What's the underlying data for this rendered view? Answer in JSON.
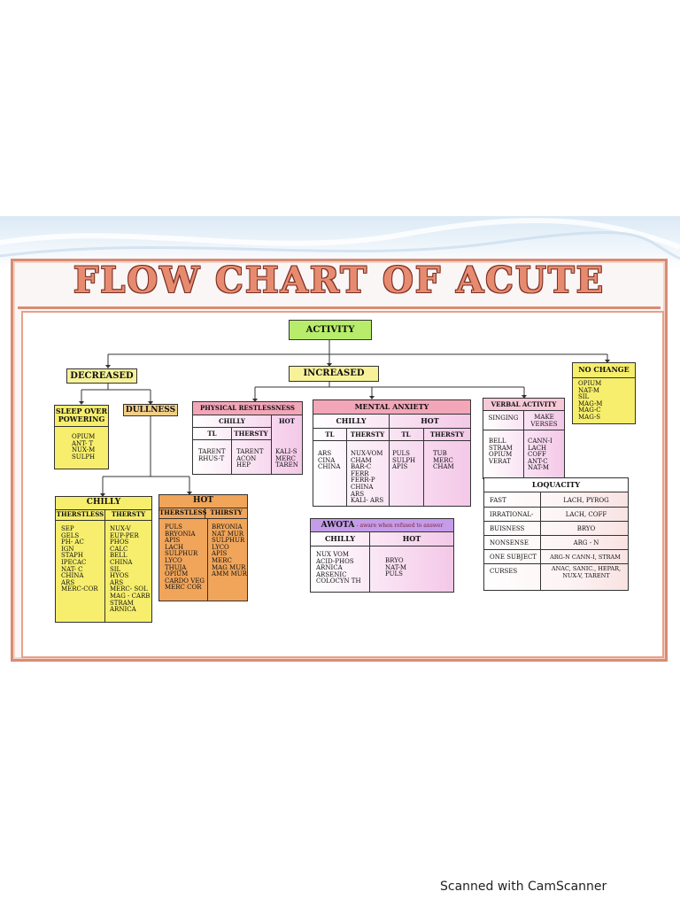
{
  "title": "FLOW CHART OF ACUTE",
  "activity": "ACTIVITY",
  "decreased": "DECREASED",
  "increased": "INCREASED",
  "no_change": {
    "label": "NO CHANGE",
    "items": [
      "OPIUM",
      "NAT-M",
      "SIL",
      "MAG-M",
      "MAG-C",
      "MAG-S"
    ]
  },
  "sleep_over": {
    "label1": "SLEEP OVER",
    "label2": "POWERING",
    "items": [
      "OPIUM",
      "ANT- T",
      "NUX-M",
      "SULPH"
    ]
  },
  "dullness": "DULLNESS",
  "chilly": {
    "label": "CHILLY",
    "col1": "THERSTLESS",
    "col2": "THERSTY",
    "col1_items": [
      "SEP",
      "GELS",
      "PH- AC",
      "IGN",
      "STAPH",
      "IPECAC",
      "NAT- C",
      "CHINA",
      "ARS",
      "MERC-COR"
    ],
    "col2_items": [
      "NUX-V",
      "EUP-PER",
      "PHOS",
      "CALC",
      "BELL",
      "CHINA",
      "SIL",
      "HYOS",
      "ARS",
      "MERC- SOL",
      "MAG - CARB",
      "STRAM",
      "ARNICA"
    ]
  },
  "hot": {
    "label": "HOT",
    "col1": "THERSTLESS",
    "col2": "THIRSTY",
    "col1_items": [
      "PULS",
      "BRYONIA",
      "APIS",
      "LACH",
      "SULPHUR",
      "LYCO",
      "THUJA",
      "OPIUM",
      "CARDO VEG",
      "MERC COR"
    ],
    "col2_items": [
      "BRYONIA",
      "NAT MUR",
      "SULPHUR",
      "LYCO",
      "APIS",
      "MERC",
      "MAG MUR",
      "AMM MUR"
    ]
  },
  "physical": {
    "label": "PHYSICAL RESTLESSNESS",
    "chilly": "CHILLY",
    "hot": "HOT",
    "tl": "TL",
    "thirsty": "THERSTY",
    "tl_items": [
      "TARENT",
      "RHUS-T"
    ],
    "thirsty_items": [
      "TARENT",
      "ACON",
      "HEP"
    ],
    "hot_items": [
      "KALI-S",
      "MERC",
      "TAREN"
    ]
  },
  "mental": {
    "label": "MENTAL ANXIETY",
    "chilly": "CHILLY",
    "hot": "HOT",
    "tl1": "TL",
    "thirsty1": "THERSTY",
    "tl2": "TL",
    "thirsty2": "THERSTY",
    "tl1_items": [
      "ARS",
      "CINA",
      "CHINA"
    ],
    "thirsty1_items": [
      "NUX-VOM",
      "CHAM",
      "BAR-C",
      "FERR",
      "FERR-P",
      "CHINA",
      "ARS",
      "KALI- ARS"
    ],
    "tl2_items": [
      "PULS",
      "SULPH",
      "APIS"
    ],
    "thirsty2_items": [
      "TUB",
      "MERC",
      "CHAM"
    ]
  },
  "awota": {
    "label": "AWOTA",
    "note": "- aware when refused to answer",
    "chilly": "CHILLY",
    "hot": "HOT",
    "chilly_items": [
      "NUX VOM",
      "ACID-PHOS",
      "ARNICA",
      "ARSENIC",
      "COLOCYN TH"
    ],
    "hot_items": [
      "BRYO",
      "NAT-M",
      "PULS"
    ]
  },
  "verbal": {
    "label": "VERBAL ACTIVITY",
    "singing": "SINGING",
    "make1": "MAKE",
    "make2": "VERSES",
    "singing_items": [
      "BELL",
      "STRAM",
      "OPIUM",
      "VERAT"
    ],
    "verses_items": [
      "CANN-I",
      "LACH",
      "COFF",
      "ANT-C",
      "NAT-M"
    ]
  },
  "loquacity": {
    "label": "LOQUACITY",
    "rows": [
      {
        "key": "FAST",
        "value": "LACH, PYROG"
      },
      {
        "key": "IRRATIONAL-",
        "value": "LACH, COFF"
      },
      {
        "key": "BUISNESS",
        "value": "BRYO"
      },
      {
        "key": "NONSENSE",
        "value": "ARG - N"
      },
      {
        "key": "ONE SUBJECT",
        "value": "ARG-N CANN-I, STRAM"
      },
      {
        "key": "CURSES",
        "value": "ANAC, SANIC., HEPAR, NUX-V, TARENT"
      }
    ]
  },
  "footer": "Scanned with CamScanner"
}
